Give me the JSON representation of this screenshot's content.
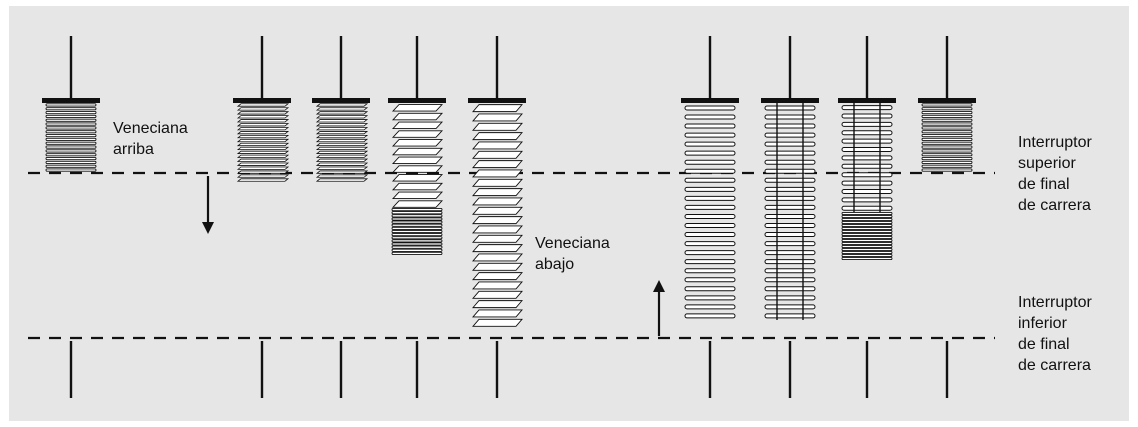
{
  "labels": {
    "blind_up": [
      "Veneciana",
      "arriba"
    ],
    "blind_down": [
      "Veneciana",
      "abajo"
    ],
    "upper_limit_switch": [
      "Interruptor",
      "superior",
      "de final",
      "de carrera"
    ],
    "lower_limit_switch": [
      "Interruptor",
      "inferior",
      "de final",
      "de carrera"
    ]
  },
  "colors": {
    "background": "#e6e6e6",
    "slat_fill": "#ffffff",
    "ink": "#111111"
  },
  "blinds": [
    {
      "name": "blind-1",
      "state": "fully-raised-stack",
      "slats": 18
    },
    {
      "name": "blind-2",
      "state": "raised-stack-tilted",
      "slats": 20
    },
    {
      "name": "blind-3",
      "state": "raised-stack-tilted",
      "slats": 20
    },
    {
      "name": "blind-4",
      "state": "partly-lowered-tilted-with-stack",
      "open_slats": 12,
      "stack_slats": 15
    },
    {
      "name": "blind-5",
      "state": "fully-lowered-tilted-closed",
      "open_slats": 24
    },
    {
      "name": "blind-6",
      "state": "fully-lowered-open",
      "open_slats": 24
    },
    {
      "name": "blind-7",
      "state": "fully-lowered-open-ladder",
      "open_slats": 24
    },
    {
      "name": "blind-8",
      "state": "partly-raised-open-with-stack",
      "open_slats": 13,
      "stack_slats": 16
    },
    {
      "name": "blind-9",
      "state": "fully-raised-stack",
      "slats": 18
    }
  ],
  "arrows": [
    {
      "name": "down-arrow",
      "direction": "down"
    },
    {
      "name": "up-arrow",
      "direction": "up"
    }
  ]
}
